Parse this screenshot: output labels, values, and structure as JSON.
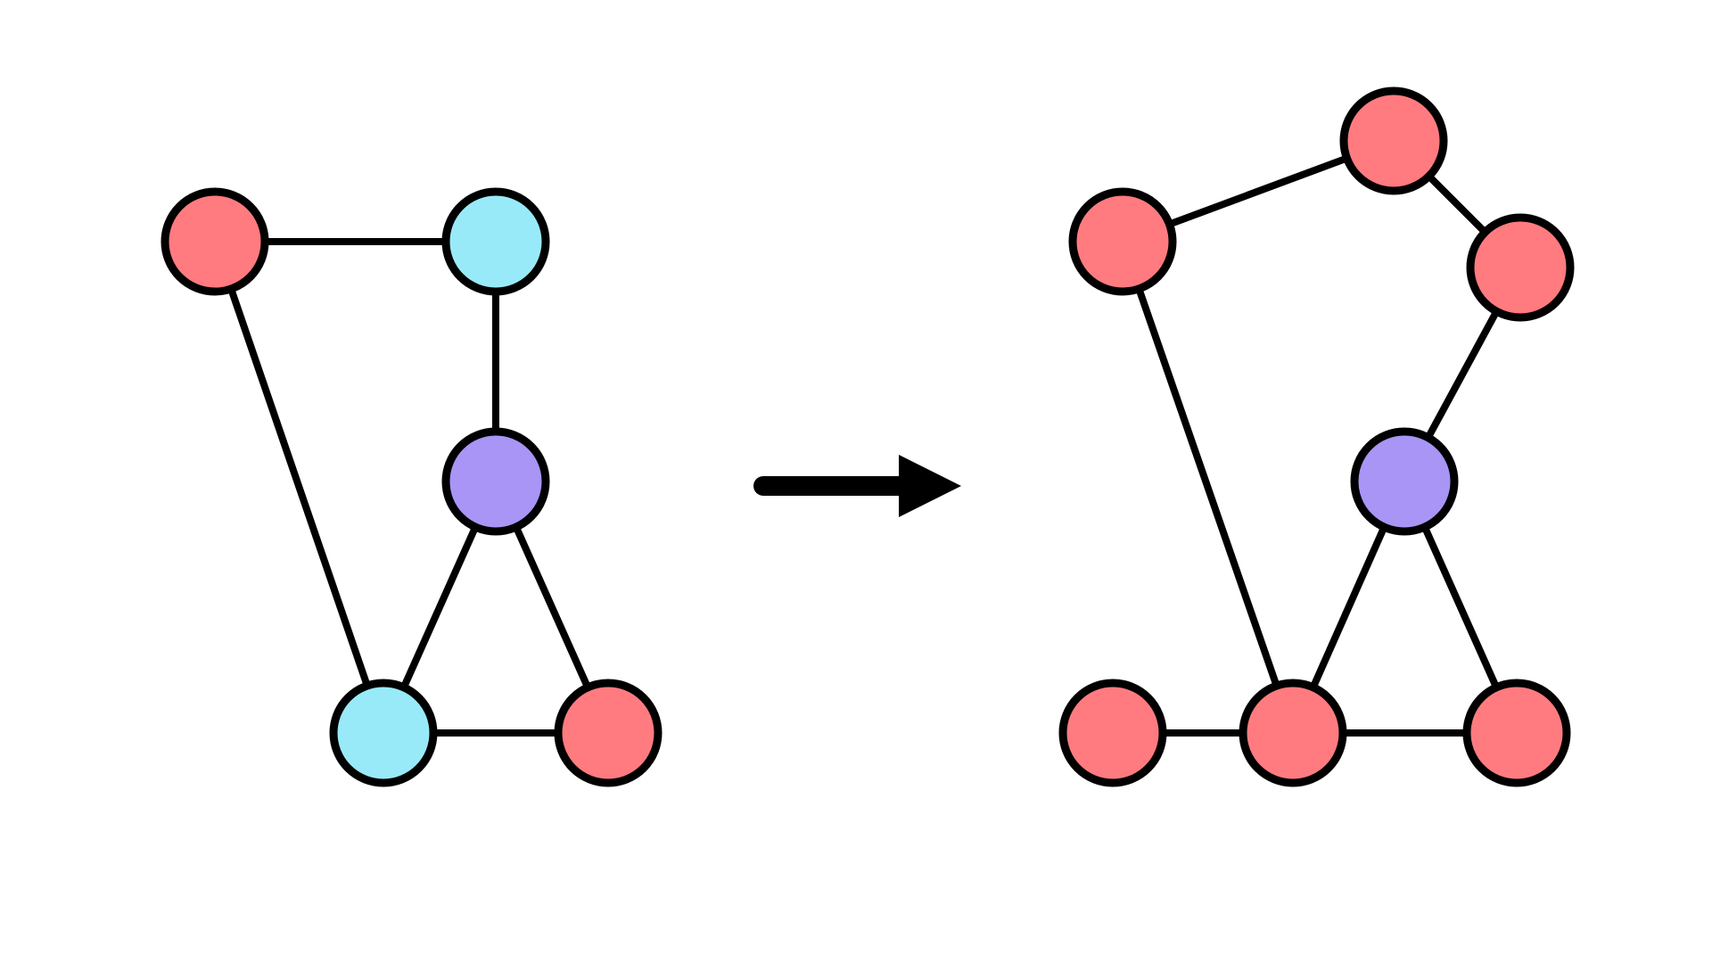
{
  "colors": {
    "red": "#FF7B80",
    "cyan": "#99EAF8",
    "purple": "#A895F5",
    "stroke": "#000000",
    "background": "#FFFFFF"
  },
  "graphs": [
    {
      "id": "before",
      "nodes": [
        {
          "id": "a",
          "color": "red"
        },
        {
          "id": "b",
          "color": "cyan"
        },
        {
          "id": "c",
          "color": "purple"
        },
        {
          "id": "d",
          "color": "cyan"
        },
        {
          "id": "e",
          "color": "red"
        }
      ],
      "edges": [
        [
          "a",
          "b"
        ],
        [
          "b",
          "c"
        ],
        [
          "a",
          "d"
        ],
        [
          "c",
          "d"
        ],
        [
          "c",
          "e"
        ],
        [
          "d",
          "e"
        ]
      ]
    },
    {
      "id": "after",
      "nodes": [
        {
          "id": "a",
          "color": "red"
        },
        {
          "id": "f",
          "color": "red"
        },
        {
          "id": "g",
          "color": "red"
        },
        {
          "id": "c",
          "color": "purple"
        },
        {
          "id": "h",
          "color": "red"
        },
        {
          "id": "d",
          "color": "red"
        },
        {
          "id": "e",
          "color": "red"
        }
      ],
      "edges": [
        [
          "a",
          "f"
        ],
        [
          "f",
          "g"
        ],
        [
          "g",
          "c"
        ],
        [
          "a",
          "d"
        ],
        [
          "c",
          "d"
        ],
        [
          "c",
          "e"
        ],
        [
          "h",
          "d"
        ],
        [
          "d",
          "e"
        ]
      ]
    }
  ],
  "arrow": {
    "icon": "right-arrow-icon",
    "direction": "right"
  }
}
